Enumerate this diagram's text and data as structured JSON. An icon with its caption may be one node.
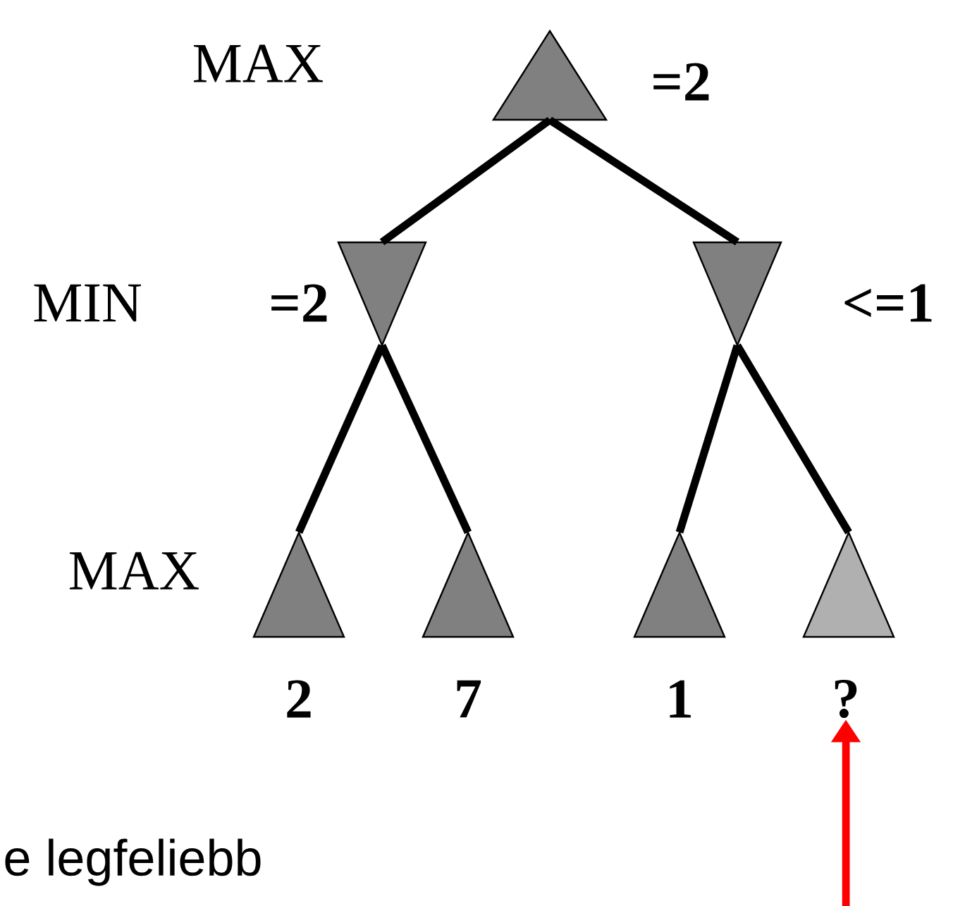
{
  "diagram": {
    "nodes": [
      {
        "text": [],
        "shape": "triangle",
        "beside": [
          "=2"
        ]
      },
      {
        "text": [],
        "shape": "triangle",
        "beside": [
          "=2"
        ]
      },
      {
        "text": [],
        "shape": "triangle",
        "beside": [
          "<=1"
        ]
      },
      {
        "text": [],
        "shape": "triangle",
        "beside": [
          "2"
        ]
      },
      {
        "text": [],
        "shape": "triangle",
        "beside": [
          "7"
        ]
      },
      {
        "text": [],
        "shape": "triangle",
        "beside": [
          "1"
        ]
      },
      {
        "text": [],
        "shape": "triangle"
      },
      {
        "text": [
          "?"
        ]
      }
    ],
    "edges": [
      {
        "from": 0,
        "to": 1,
        "arrow": "none"
      },
      {
        "from": 0,
        "to": 2,
        "arrow": "none"
      },
      {
        "from": 1,
        "to": 3,
        "arrow": "none"
      },
      {
        "from": 1,
        "to": 4,
        "arrow": "none"
      },
      {
        "from": 2,
        "to": 5,
        "arrow": "none"
      },
      {
        "from": 2,
        "to": 6,
        "arrow": "none"
      },
      {
        "from": null,
        "to": 7,
        "arrow": "to",
        "color": "#ff0000"
      }
    ],
    "labels": [
      "MAX",
      "MIN",
      "MAX",
      "e legfeliebb"
    ]
  }
}
